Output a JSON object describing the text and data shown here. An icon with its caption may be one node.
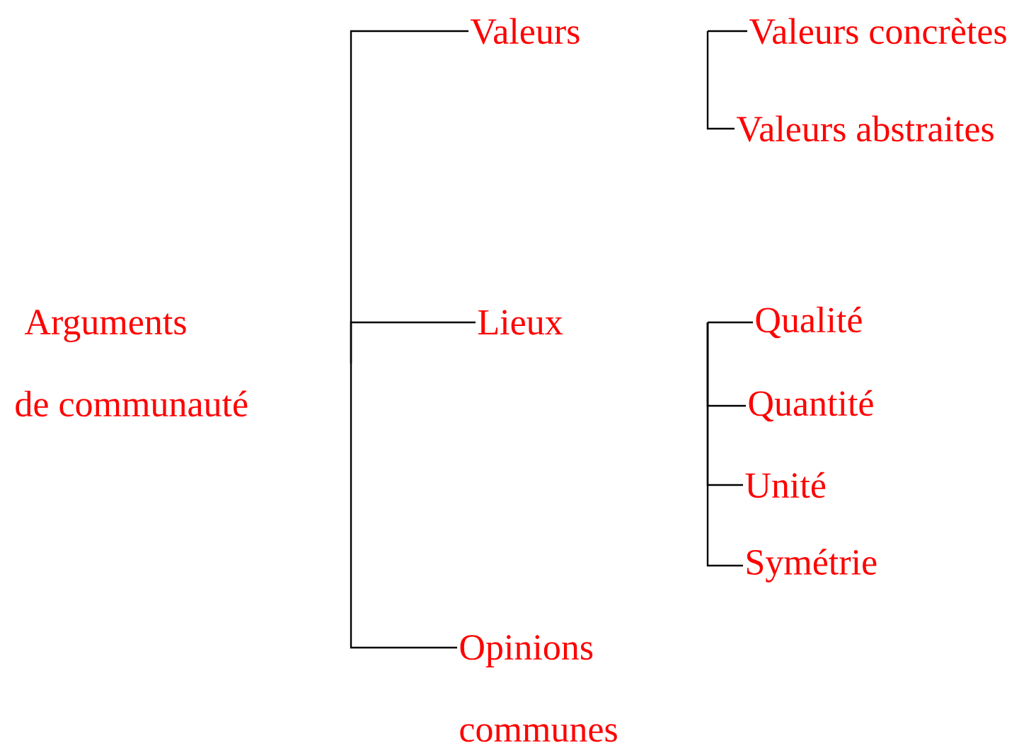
{
  "diagram": {
    "nodes": [
      {
        "text": [
          "Arguments de communauté"
        ]
      },
      {
        "text": [
          "Valeurs"
        ]
      },
      {
        "text": [
          "Lieux"
        ]
      },
      {
        "text": [
          "Opinions communes"
        ]
      },
      {
        "text": [
          "Valeurs concrètes"
        ]
      },
      {
        "text": [
          "Valeurs abstraites"
        ]
      },
      {
        "text": [
          "Qualité"
        ]
      },
      {
        "text": [
          "Quantité"
        ]
      },
      {
        "text": [
          "Unité"
        ]
      },
      {
        "text": [
          "Symétrie"
        ]
      }
    ],
    "edges": [
      {
        "from": null,
        "to": 1,
        "arrow": "none"
      },
      {
        "from": null,
        "to": 2,
        "arrow": "none"
      },
      {
        "from": null,
        "to": 3,
        "arrow": "none"
      },
      {
        "from": null,
        "to": 4,
        "arrow": "none"
      },
      {
        "from": null,
        "to": 5,
        "arrow": "none"
      },
      {
        "from": null,
        "to": 6,
        "arrow": "none"
      },
      {
        "from": null,
        "to": 7,
        "arrow": "none"
      },
      {
        "from": null,
        "to": 8,
        "arrow": "none"
      },
      {
        "from": null,
        "to": 9,
        "arrow": "none"
      }
    ]
  }
}
